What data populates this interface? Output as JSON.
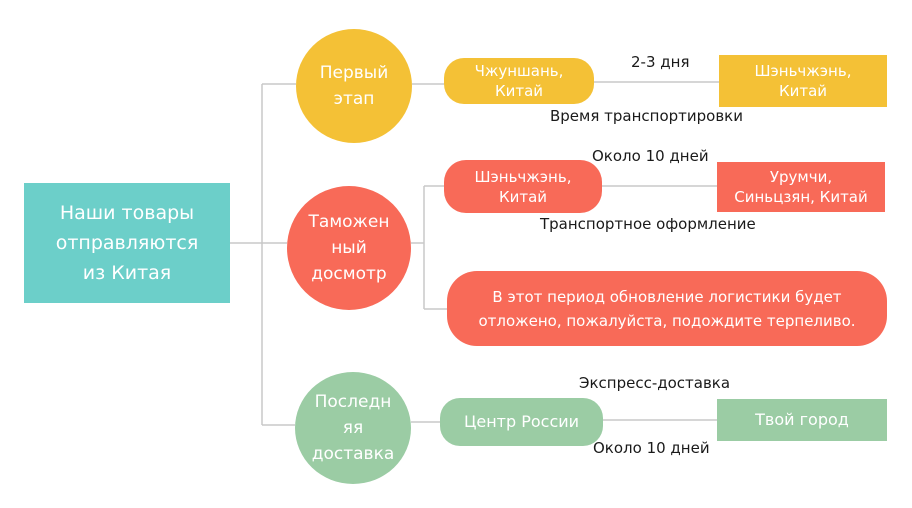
{
  "root": {
    "label": "Наши товары\nотправляются\nиз Китая"
  },
  "stages": [
    {
      "label": "Первый\nэтап",
      "color": "#f4c136"
    },
    {
      "label": "Таможен\nный\nдосмотр",
      "color": "#f86a58"
    },
    {
      "label": "Последн\nяя\nдоставка",
      "color": "#9bcca4"
    }
  ],
  "first_stage": {
    "from": "Чжуншань,\nКитай",
    "to": "Шэньчжэнь,\nКитай",
    "edge_top": "2-3 дня",
    "edge_bottom": "Время транспортировки"
  },
  "customs": {
    "from": "Шэньчжэнь,\nКитай",
    "to": "Урумчи,\nСиньцзян, Китай",
    "edge_top": "Около 10 дней",
    "edge_bottom": "Транспортное оформление",
    "notice": "В этот период обновление логистики будет\nотложено, пожалуйста, подождите терпеливо."
  },
  "last_stage": {
    "from": "Центр России",
    "to": "Твой город",
    "edge_top": "Экспресс-доставка",
    "edge_bottom": "Около 10 дней"
  },
  "colors": {
    "root": "#6ccfc9",
    "yellow": "#f4c136",
    "red": "#f86a58",
    "green": "#9bcca4",
    "connector": "#c8c8c8"
  }
}
